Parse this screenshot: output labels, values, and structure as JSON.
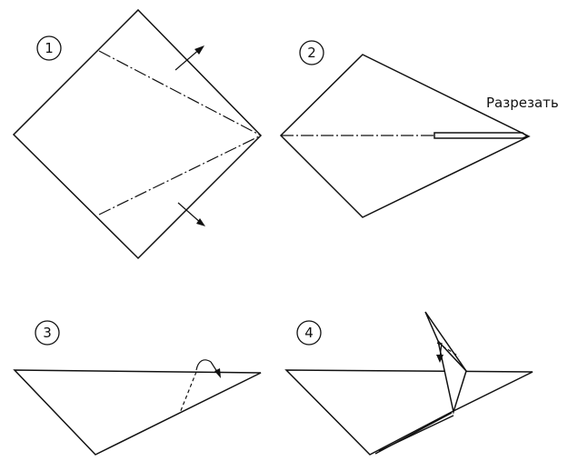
{
  "steps": [
    {
      "number": "1"
    },
    {
      "number": "2",
      "annotation": "Разрезать"
    },
    {
      "number": "3"
    },
    {
      "number": "4"
    }
  ]
}
